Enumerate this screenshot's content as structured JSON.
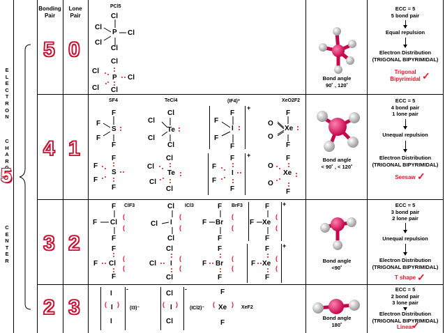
{
  "headers": {
    "bonding": "Bonding Pair",
    "lone": "Lone Pair"
  },
  "side_label": {
    "electron": [
      "E",
      "L",
      "E",
      "C",
      "T",
      "R",
      "O",
      "N"
    ],
    "charge": [
      "C",
      "H",
      "A",
      "R",
      "G",
      "E"
    ],
    "center": [
      "C",
      "E",
      "N",
      "T",
      "E",
      "R"
    ],
    "big": "5"
  },
  "rows": [
    {
      "bonding": "5",
      "lone": "0",
      "molecules": [
        "PCl5"
      ],
      "bond_angle_label": "Bond angle",
      "bond_angle_value": "90˚ , 120˚",
      "ecc": "ECC = 5",
      "pairs": [
        "5 bond pair"
      ],
      "repulsion": "Equal repulsion",
      "distribution": "Electron Distribution",
      "geometry_type": "(TRIGONAL BIPYRIMIDAL)",
      "shape": "Trigonal\nBipyrimidal"
    },
    {
      "bonding": "4",
      "lone": "1",
      "molecules": [
        "SF4",
        "TeCl4",
        "(IF4)⁺",
        "XeO2F2"
      ],
      "bond_angle_label": "Bond angle",
      "bond_angle_value": "< 90˚ , < 120˚",
      "ecc": "ECC = 5",
      "pairs": [
        "4 bond pair",
        "1 lone pair"
      ],
      "repulsion": "Unequal repulsion",
      "distribution": "Electron Distribution",
      "geometry_type": "(TRIGONAL BIPYRIMIDAL)",
      "shape": "Seesaw"
    },
    {
      "bonding": "3",
      "lone": "2",
      "molecules": [
        "ClF3",
        "ICl3",
        "BrF3"
      ],
      "bond_angle_label": "Bond angle",
      "bond_angle_value": "<90˚",
      "ecc": "ECC = 5",
      "pairs": [
        "3 bond pair",
        "2 lone pair"
      ],
      "repulsion": "Unequal repulsion",
      "distribution": "Electron Distribution",
      "geometry_type": "(TRIGONAL BIPYRIMIDAL)",
      "shape": "T shape"
    },
    {
      "bonding": "2",
      "lone": "3",
      "molecules": [
        "(I3)⁻",
        "(ICl2)⁻",
        "XeF2"
      ],
      "bond_angle_label": "Bond angle",
      "bond_angle_value": "180˚",
      "ecc": "ECC = 5",
      "pairs": [
        "2 bond pair",
        "3 lone pair"
      ],
      "repulsion": "",
      "distribution": "Electron Distribution",
      "geometry_type": "(TRIGONAL BIPYRIMIDAL)",
      "shape": "Linear"
    }
  ],
  "atoms": {
    "P": "P",
    "Cl": "Cl",
    "F": "F",
    "S": "S",
    "Te": "Te",
    "I": "I",
    "Xe": "Xe",
    "O": "O",
    "Br": "Br"
  },
  "check": "✓",
  "colors": {
    "accent": "#e8142c",
    "atom_pink": "#e0125f",
    "atom_white": "#e6e6e6"
  }
}
